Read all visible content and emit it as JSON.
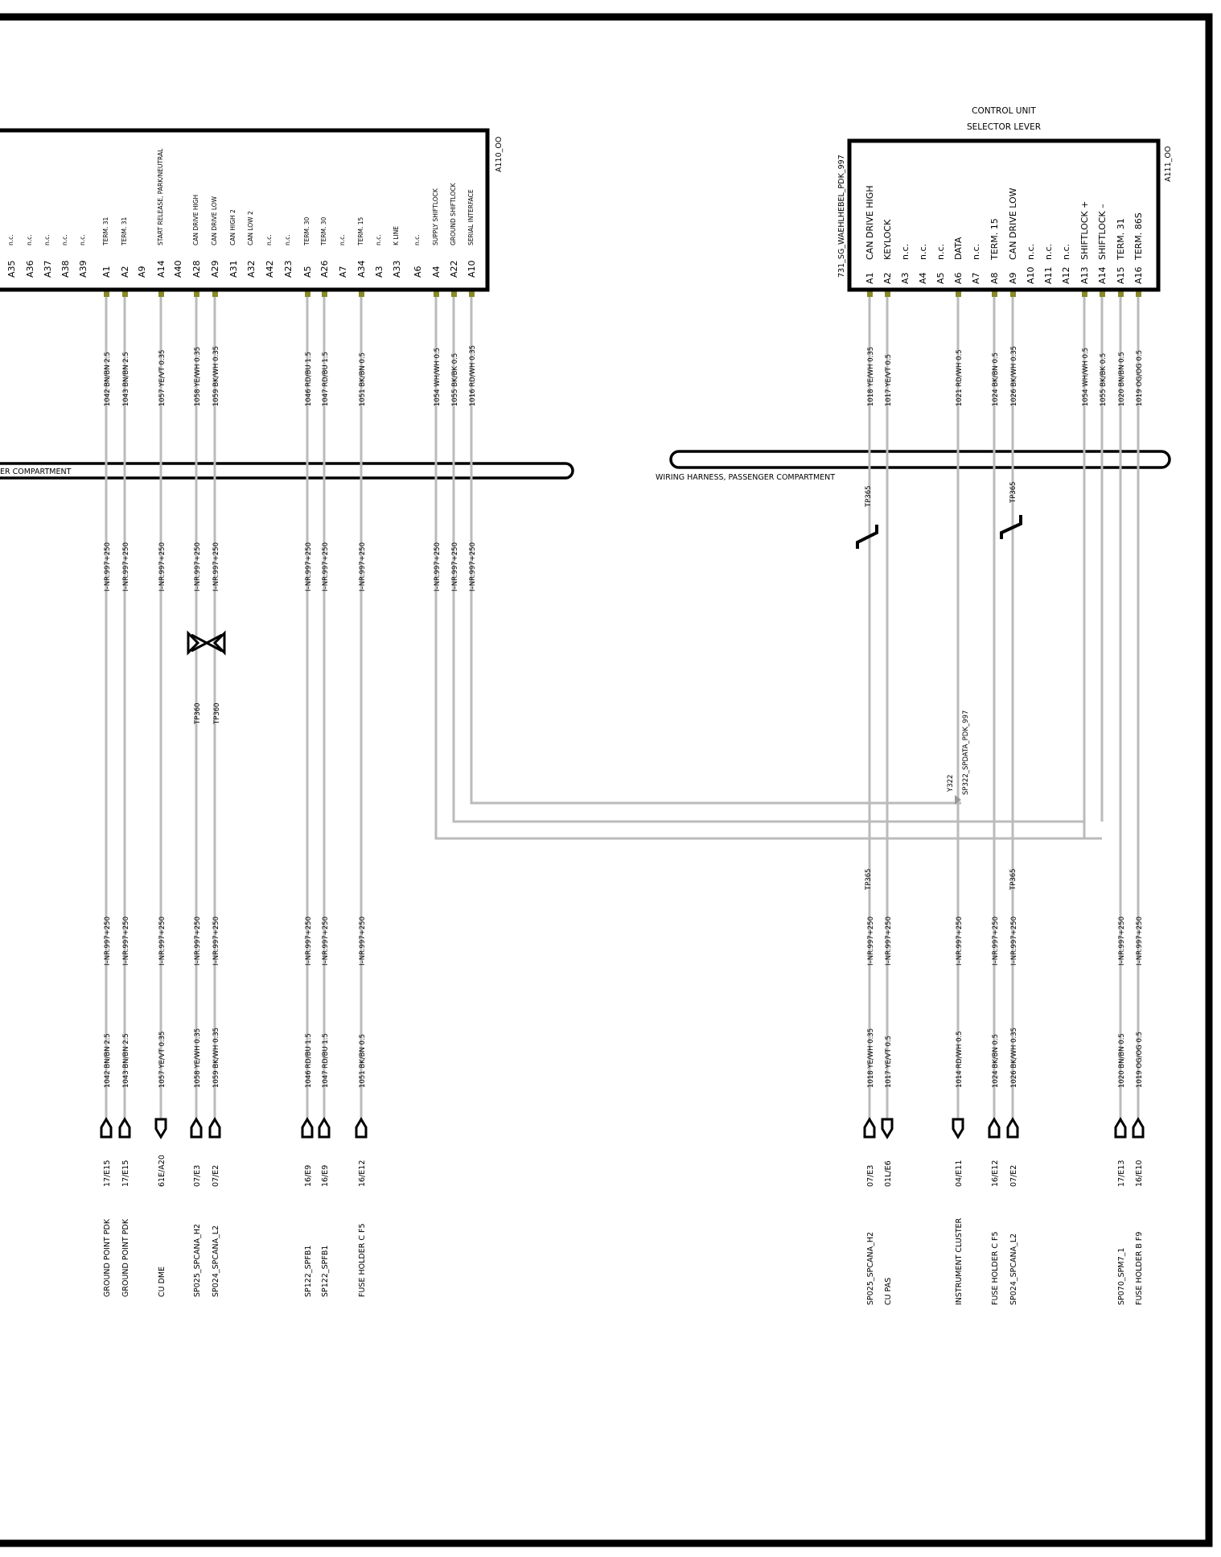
{
  "a110": {
    "ref": "A110_OO",
    "pins": [
      {
        "pin": "A35",
        "func": "n.c."
      },
      {
        "pin": "A36",
        "func": "n.c."
      },
      {
        "pin": "A37",
        "func": "n.c."
      },
      {
        "pin": "A38",
        "func": "n.c."
      },
      {
        "pin": "A39",
        "func": "n.c."
      },
      {
        "pin": "A1",
        "func": "TERM. 31"
      },
      {
        "pin": "A2",
        "func": "TERM. 31"
      },
      {
        "pin": "A9",
        "func": ""
      },
      {
        "pin": "A14",
        "func": "START RELEASE, PARK/NEUTRAL"
      },
      {
        "pin": "A40",
        "func": ""
      },
      {
        "pin": "A28",
        "func": "CAN DRIVE HIGH"
      },
      {
        "pin": "A29",
        "func": "CAN DRIVE LOW"
      },
      {
        "pin": "A31",
        "func": "CAN HIGH 2"
      },
      {
        "pin": "A32",
        "func": "CAN LOW 2"
      },
      {
        "pin": "A42",
        "func": "n.c."
      },
      {
        "pin": "A23",
        "func": "n.c."
      },
      {
        "pin": "A5",
        "func": "TERM. 30"
      },
      {
        "pin": "A26",
        "func": "TERM. 30"
      },
      {
        "pin": "A7",
        "func": "n.c."
      },
      {
        "pin": "A34",
        "func": "TERM. 15"
      },
      {
        "pin": "A3",
        "func": "n.c."
      },
      {
        "pin": "A33",
        "func": "K LINE"
      },
      {
        "pin": "A6",
        "func": "n.c."
      },
      {
        "pin": "A4",
        "func": "SUPPLY  SHIFTLOCK"
      },
      {
        "pin": "A22",
        "func": "GROUND SHIFTLOCK"
      },
      {
        "pin": "A10",
        "func": "SERIAL INTERFACE"
      }
    ]
  },
  "a111": {
    "title_line1": "CONTROL UNIT",
    "title_line2": "SELECTOR LEVER",
    "ref": "A111_OO",
    "side_label": "731_SG_WAEHLHEBEL_PDK_997",
    "pins": [
      {
        "pin": "A1",
        "func": "CAN DRIVE HIGH"
      },
      {
        "pin": "A2",
        "func": "KEYLOCK"
      },
      {
        "pin": "A3",
        "func": "n.c."
      },
      {
        "pin": "A4",
        "func": "n.c."
      },
      {
        "pin": "A5",
        "func": "n.c."
      },
      {
        "pin": "A6",
        "func": "DATA"
      },
      {
        "pin": "A7",
        "func": "n.c."
      },
      {
        "pin": "A8",
        "func": "TERM. 15"
      },
      {
        "pin": "A9",
        "func": "CAN DRIVE LOW"
      },
      {
        "pin": "A10",
        "func": "n.c."
      },
      {
        "pin": "A11",
        "func": "n.c."
      },
      {
        "pin": "A12",
        "func": "n.c."
      },
      {
        "pin": "A13",
        "func": "SHIFTLOCK  +"
      },
      {
        "pin": "A14",
        "func": "SHIFTLOCK  –"
      },
      {
        "pin": "A15",
        "func": "TERM. 31"
      },
      {
        "pin": "A16",
        "func": "TERM. 86S"
      }
    ]
  },
  "harness_left_label": "ER COMPARTMENT",
  "harness_right_label": "WIRING HARNESS, PASSENGER COMPARTMENT",
  "part_number": "I–NR.997+250",
  "splice_left": "TP360",
  "splice_right": "TP365",
  "y322": "Y322",
  "sp322": "SP322_SPDATA_PDK_997",
  "left_wires": [
    {
      "top": "1042 BN/BN 2.5",
      "bottom": "1042 BN/BN 2.5",
      "ref": "17/E15",
      "dest": "GROUND POINT  PDK"
    },
    {
      "top": "1043 BN/BN 2.5",
      "bottom": "1043 BN/BN 2.5",
      "ref": "17/E15",
      "dest": "GROUND POINT  PDK"
    },
    {
      "top": "1057 YE/VT 0.35",
      "bottom": "1057 YE/VT 0.35",
      "ref": "61E/A20",
      "dest": "CU DME"
    },
    {
      "top": "1058 YE/WH 0.35",
      "bottom": "1058 YE/WH 0.35",
      "ref": "07/E3",
      "dest": "SP025_SPCANA_H2"
    },
    {
      "top": "1059 BK/WH 0.35",
      "bottom": "1059 BK/WH 0.35",
      "ref": "07/E2",
      "dest": "SP024_SPCANA_L2"
    },
    {
      "top": "1046 RD/BU 1.5",
      "bottom": "1046 RD/BU 1.5",
      "ref": "16/E9",
      "dest": "SP122_SPFB1"
    },
    {
      "top": "1047 RD/BU 1.5",
      "bottom": "1047 RD/BU 1.5",
      "ref": "16/E9",
      "dest": "SP122_SPFB1"
    },
    {
      "top": "1051 BK/BN 0.5",
      "bottom": "1051 BK/BN 0.5",
      "ref": "16/E12",
      "dest": "FUSE HOLDER C F5"
    }
  ],
  "shift_wires": [
    {
      "top": "1054 WH/WH 0.5"
    },
    {
      "top": "1055 BK/BK 0.5"
    },
    {
      "top": "1016 RD/WH 0.35"
    }
  ],
  "right_wires": [
    {
      "top": "1018 YE/WH 0.35",
      "bottom": "1018 YE/WH 0.35",
      "ref": "07/E3",
      "dest": "SP025_SPCANA_H2"
    },
    {
      "top": "1017 YE/VT 0.5",
      "bottom": "1017 YE/VT 0.5",
      "ref": "01L/E6",
      "dest": "CU PAS"
    },
    {
      "top": "1021 RD/WH 0.5",
      "bottom": "1014 RD/WH 0.5",
      "ref": "04/E11",
      "dest": "INSTRUMENT CLUSTER"
    },
    {
      "top": "1024 BK/BN 0.5",
      "bottom": "1024 BK/BN 0.5",
      "ref": "16/E12",
      "dest": "FUSE HOLDER C F5"
    },
    {
      "top": "1026 BK/WH 0.35",
      "bottom": "1026 BK/WH 0.35",
      "ref": "07/E2",
      "dest": "SP024_SPCANA_L2"
    },
    {
      "top": "1054 WH/WH 0.5"
    },
    {
      "top": "1055 BK/BK 0.5"
    },
    {
      "top": "1020 BN/BN 0.5",
      "bottom": "1020 BN/BN 0.5",
      "ref": "17/E13",
      "dest": "SP070_SPM7_1"
    },
    {
      "top": "1019 OG/OG 0.5",
      "bottom": "1019 OG/OG 0.5",
      "ref": "16/E10",
      "dest": "FUSE HOLDER B F9"
    }
  ]
}
